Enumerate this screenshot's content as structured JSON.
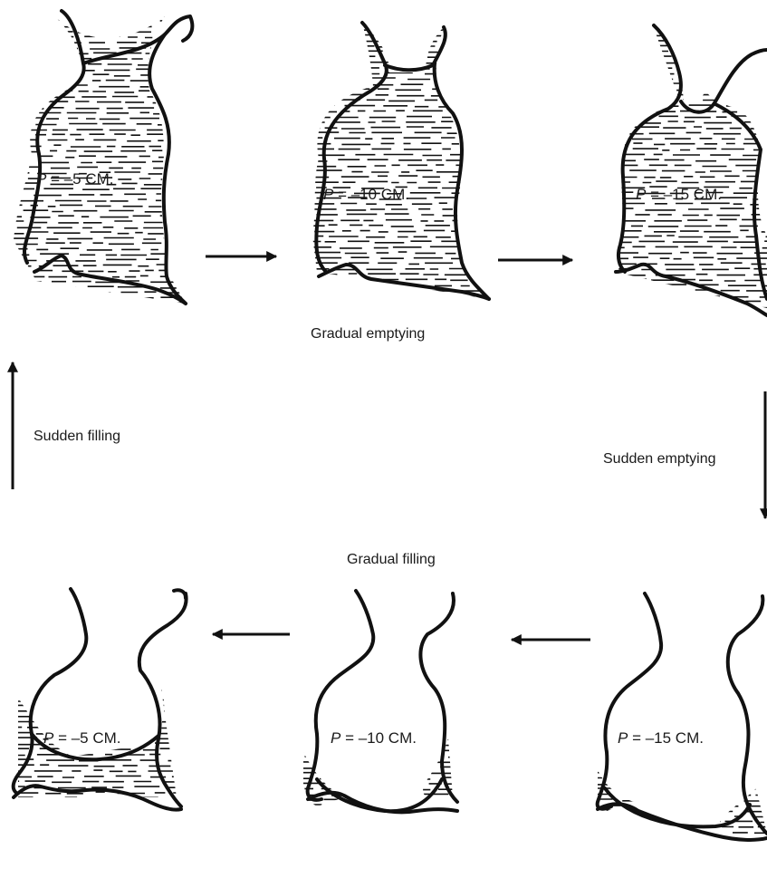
{
  "pressure_labels": {
    "top_1": {
      "prefix": "P",
      "value": " = –5 CM."
    },
    "top_2": {
      "prefix": "P",
      "value": " = –10 CM."
    },
    "top_3": {
      "prefix": "P",
      "value": " = –15 CM."
    },
    "bottom_1": {
      "prefix": "P",
      "value": " = –5 CM."
    },
    "bottom_2": {
      "prefix": "P",
      "value": " = –10 CM."
    },
    "bottom_3": {
      "prefix": "P",
      "value": " = –15 CM."
    }
  },
  "process_labels": {
    "gradual_emptying": "Gradual emptying",
    "sudden_filling": "Sudden filling",
    "sudden_emptying": "Sudden emptying",
    "gradual_filling": "Gradual filling"
  },
  "colors": {
    "ink": "#111111",
    "water_hatch": "#111111",
    "background": "#ffffff"
  }
}
